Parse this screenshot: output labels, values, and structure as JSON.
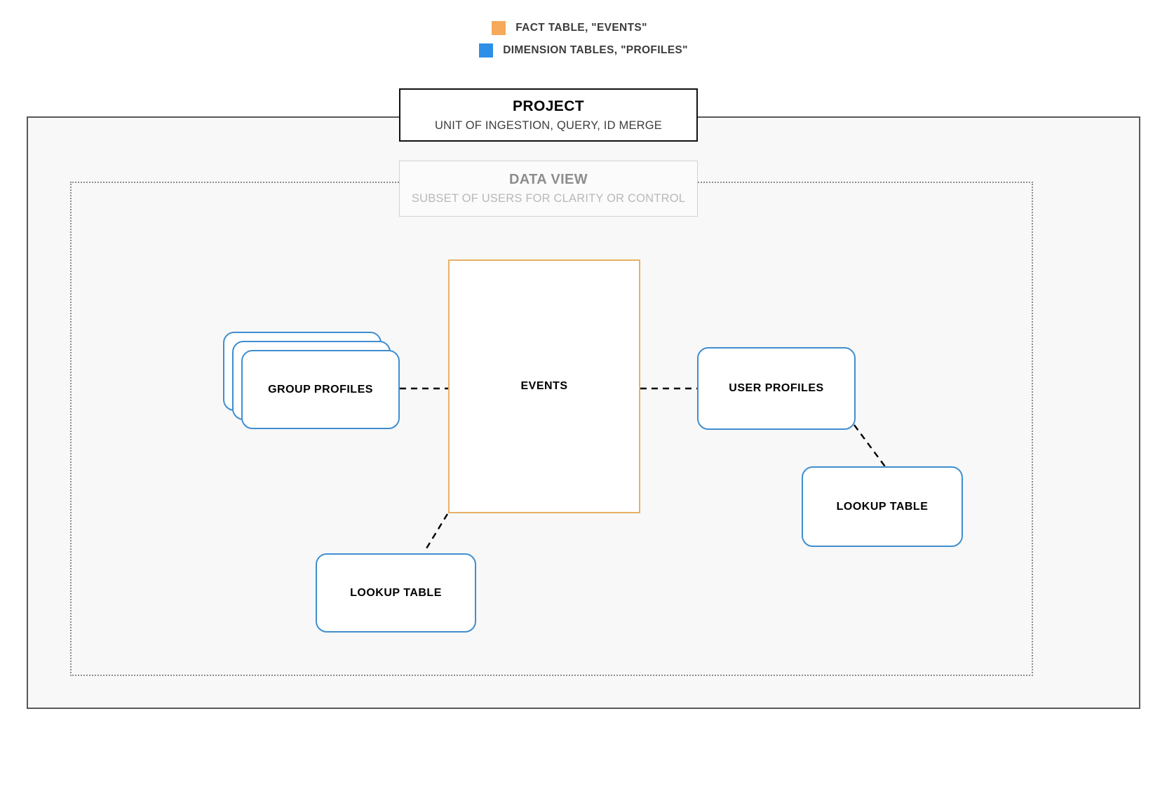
{
  "legend": {
    "items": [
      {
        "label": "FACT TABLE, \"EVENTS\"",
        "color": "#f5a959",
        "icon": "orange-square-swatch"
      },
      {
        "label": "DIMENSION TABLES, \"PROFILES\"",
        "color": "#2e8fe8",
        "icon": "blue-square-swatch"
      }
    ]
  },
  "project": {
    "title": "PROJECT",
    "subtitle": "UNIT OF INGESTION, QUERY, ID MERGE",
    "border_color": "#111111"
  },
  "data_view": {
    "title": "DATA VIEW",
    "subtitle": "SUBSET OF USERS FOR CLARITY OR CONTROL",
    "title_color": "#8d8d8d",
    "subtitle_color": "#b8b8b8",
    "border_style": "dotted",
    "border_color": "#8c8c8c"
  },
  "nodes": {
    "events": {
      "label": "EVENTS",
      "type": "fact-table",
      "border_color": "#e8b165",
      "shape": "rectangle"
    },
    "group_profiles": {
      "label": "GROUP PROFILES",
      "type": "dimension-table",
      "border_color": "#3f8ed0",
      "shape": "rounded-stack",
      "stack_count": 3
    },
    "user_profiles": {
      "label": "USER PROFILES",
      "type": "dimension-table",
      "border_color": "#3f8ed0",
      "shape": "rounded"
    },
    "lookup_table_left": {
      "label": "LOOKUP TABLE",
      "type": "dimension-table",
      "border_color": "#3f8ed0",
      "shape": "rounded"
    },
    "lookup_table_right": {
      "label": "LOOKUP TABLE",
      "type": "dimension-table",
      "border_color": "#3f8ed0",
      "shape": "rounded"
    }
  },
  "connectors": [
    {
      "from": "group_profiles",
      "to": "events",
      "style": "dashed",
      "color": "#000000"
    },
    {
      "from": "events",
      "to": "user_profiles",
      "style": "dashed",
      "color": "#000000"
    },
    {
      "from": "user_profiles",
      "to": "lookup_table_right",
      "style": "dashed",
      "color": "#000000"
    },
    {
      "from": "events",
      "to": "lookup_table_left",
      "style": "dashed",
      "color": "#000000"
    }
  ],
  "canvas": {
    "background": "#ffffff",
    "container_background": "#f8f8f8",
    "container_border_color": "#595959"
  }
}
